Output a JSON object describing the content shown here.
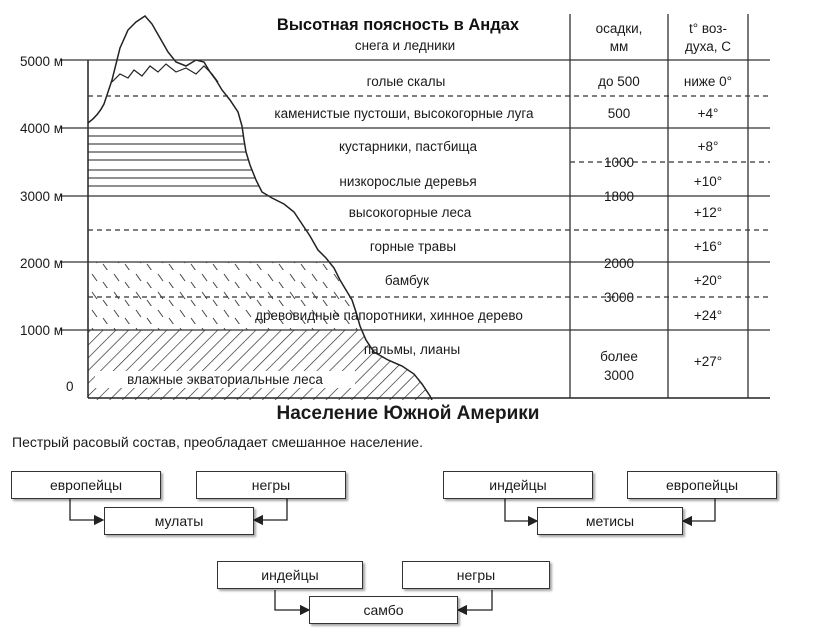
{
  "andes": {
    "title": "Высотная поясность в Андах",
    "col_precip_header_1": "осадки,",
    "col_precip_header_2": "мм",
    "col_temp_header_1": "t° воз-",
    "col_temp_header_2": "духа, С",
    "altitudes": [
      "5000 м",
      "4000 м",
      "3000 м",
      "2000 м",
      "1000 м",
      "0"
    ],
    "zones": [
      "снега и ледники",
      "голые скалы",
      "каменистые пустоши, высокогорные луга",
      "кустарники, пастбища",
      "низкорослые деревья",
      "высокогорные леса",
      "горные травы",
      "бамбук",
      "древовидные папоротники, хинное дерево",
      "пальмы, лианы",
      "влажные экваториальные леса"
    ],
    "precipitation": [
      "до 500",
      "500",
      "1000",
      "1800",
      "2000",
      "3000",
      "более",
      "3000"
    ],
    "temperatures": [
      "ниже 0°",
      "+4°",
      "+8°",
      "+10°",
      "+12°",
      "+16°",
      "+20°",
      "+24°",
      "+27°"
    ]
  },
  "population": {
    "title": "Население Южной Америки",
    "subtitle": "Пестрый расовый состав, преобладает смешанное население.",
    "groups": [
      {
        "parent_a": "европейцы",
        "parent_b": "негры",
        "result": "мулаты"
      },
      {
        "parent_a": "индейцы",
        "parent_b": "европейцы",
        "result": "метисы"
      },
      {
        "parent_a": "индейцы",
        "parent_b": "негры",
        "result": "самбо"
      }
    ]
  }
}
